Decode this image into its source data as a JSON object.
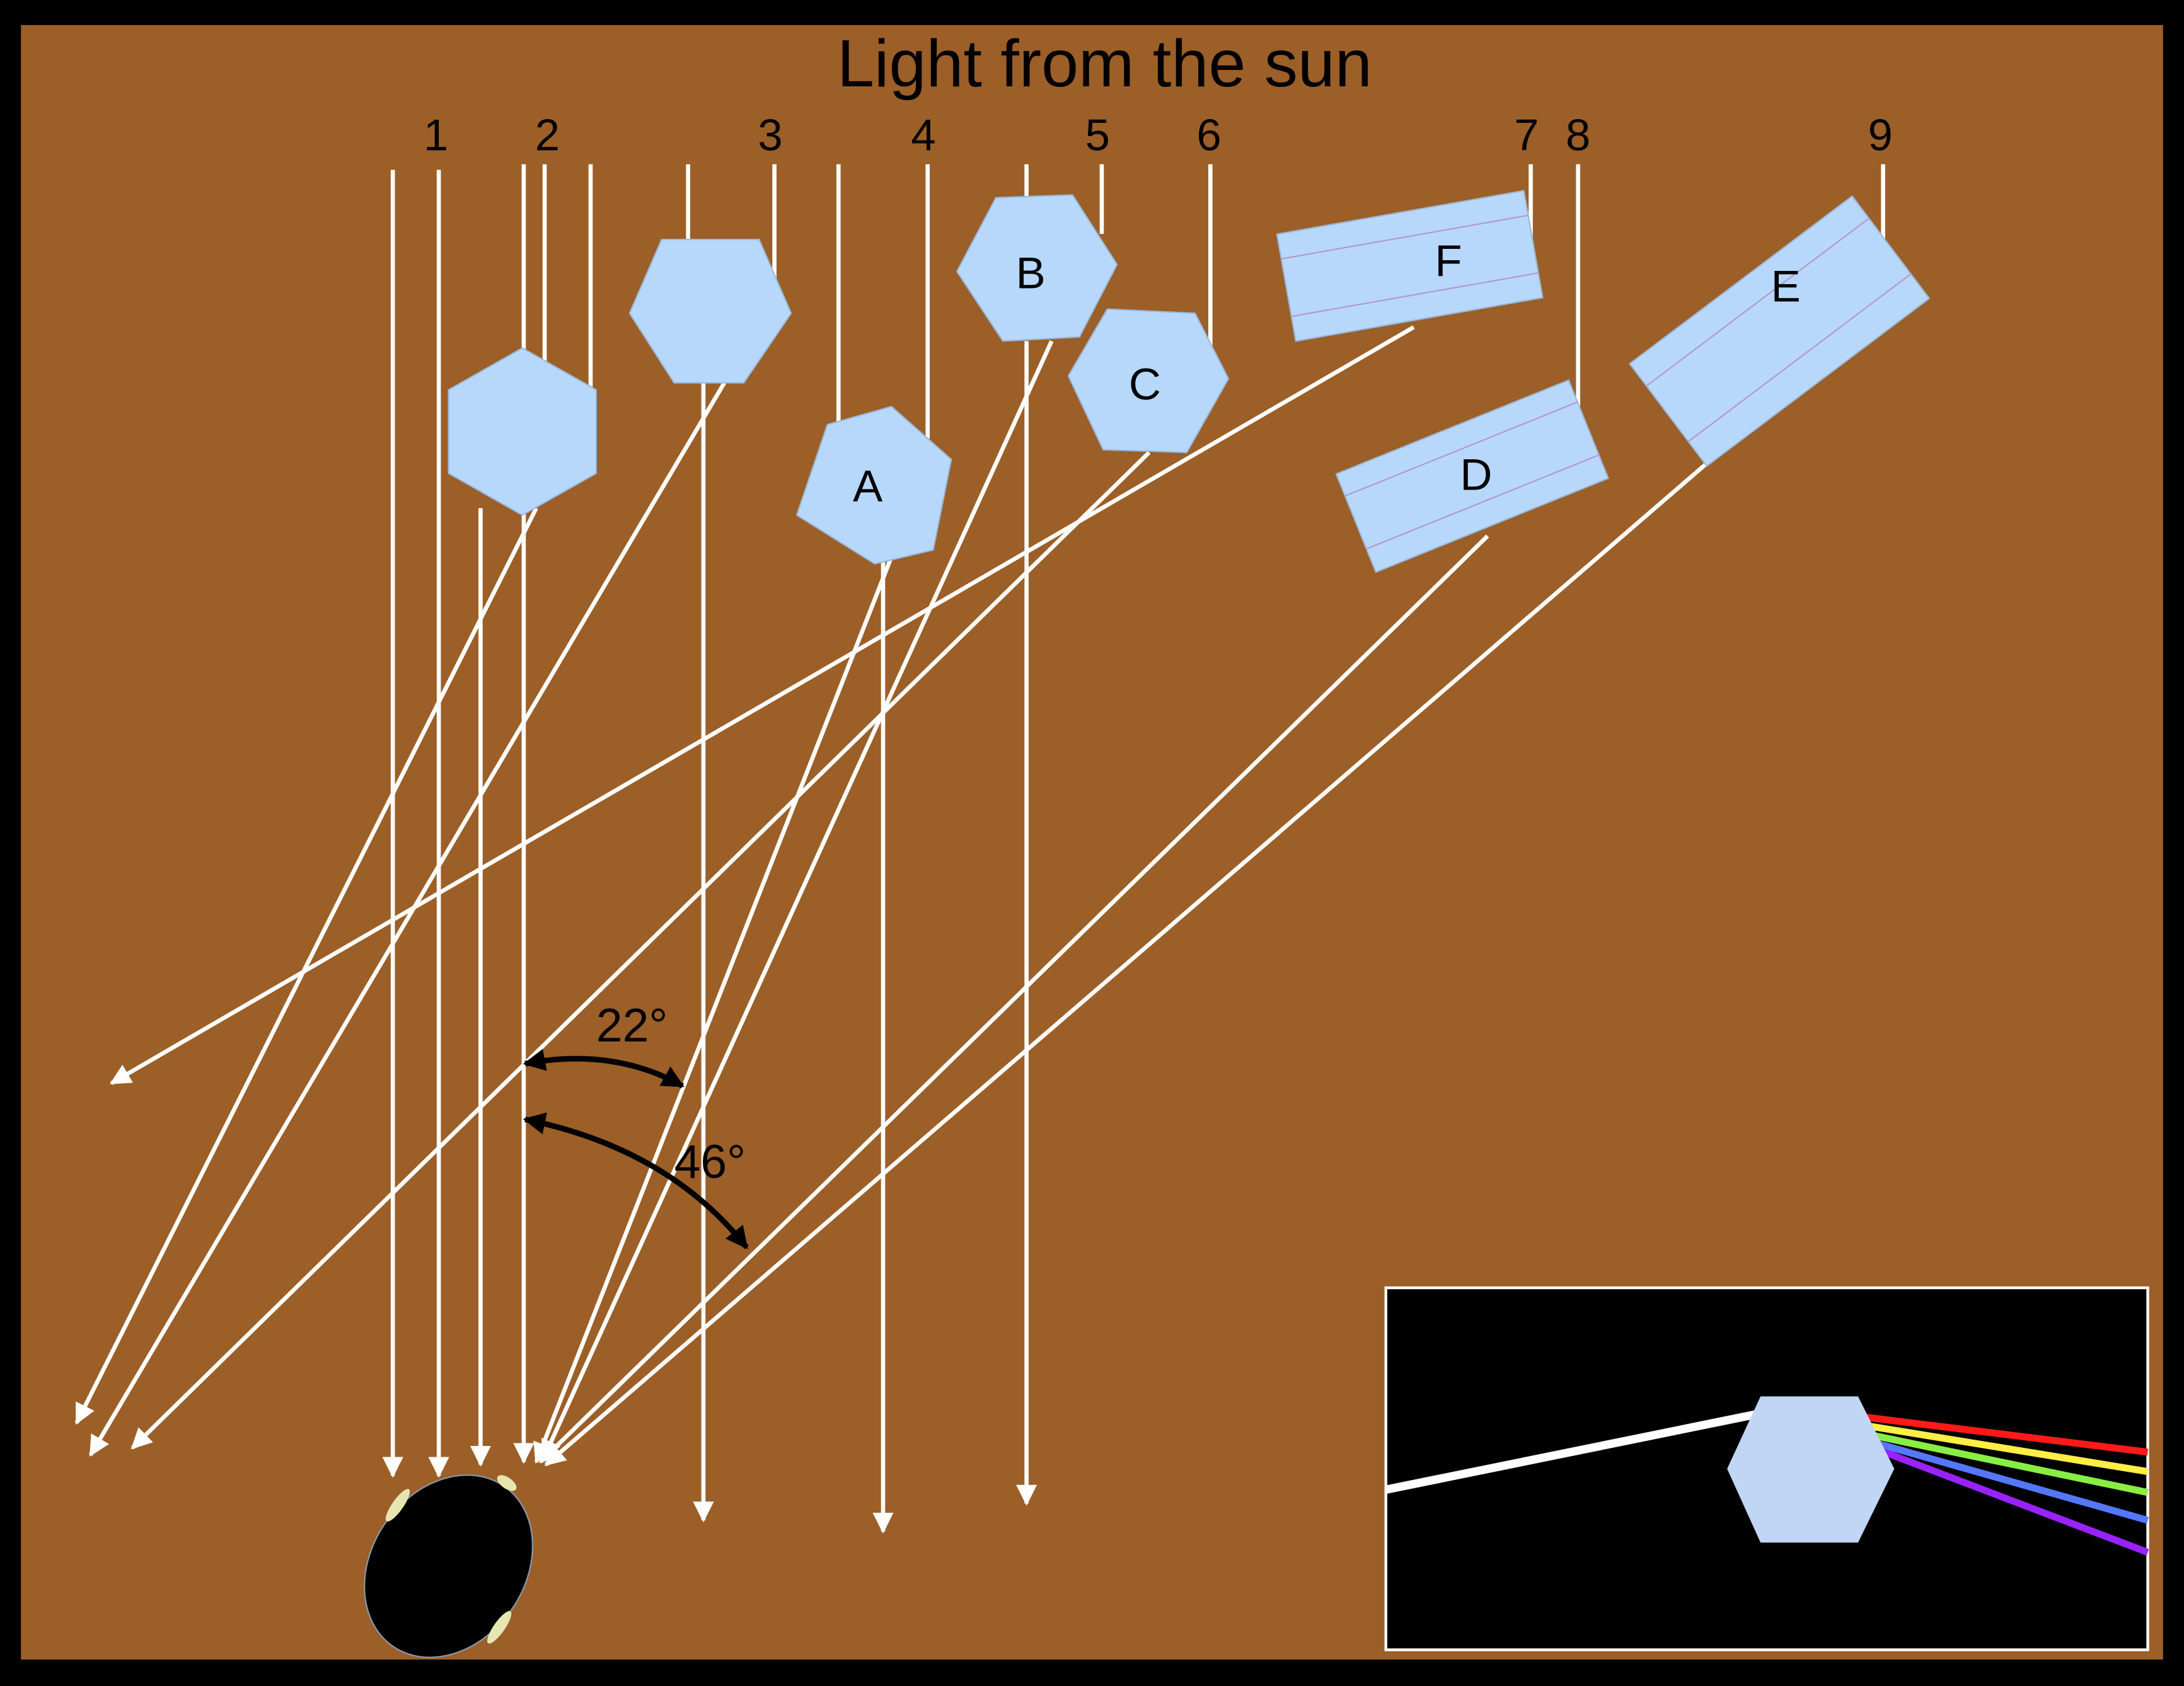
{
  "title": "Light from the sun",
  "ray_numbers": [
    "1",
    "2",
    "3",
    "4",
    "5",
    "6",
    "7",
    "8",
    "9"
  ],
  "crystal_labels": {
    "A": "A",
    "B": "B",
    "C": "C",
    "D": "D",
    "E": "E",
    "F": "F"
  },
  "angles": {
    "inner": "22°",
    "outer": "46°"
  },
  "colors": {
    "background": "#9c5f27",
    "frame": "#000000",
    "crystal": "#b7d8fb",
    "ray": "#ffffff",
    "spectrum": [
      "#ff1a1a",
      "#ffee44",
      "#88ee44",
      "#5577ff",
      "#9922ff"
    ]
  }
}
